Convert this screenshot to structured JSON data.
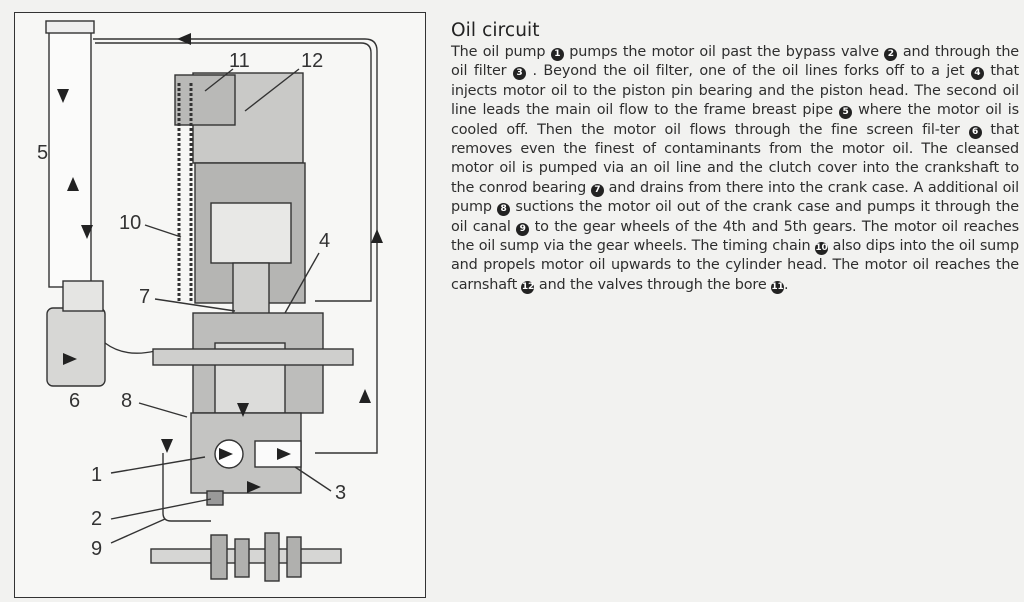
{
  "title": "Oil circuit",
  "segments": [
    {
      "t": "The oil pump "
    },
    {
      "ref": "1"
    },
    {
      "t": " pumps the motor oil past the bypass valve "
    },
    {
      "ref": "2"
    },
    {
      "t": " and through the oil filter "
    },
    {
      "ref": "3"
    },
    {
      "t": " . Beyond the oil filter, one of the oil lines forks off to a jet "
    },
    {
      "ref": "4"
    },
    {
      "t": " that injects motor oil to the piston pin bearing and the piston head. The second oil line leads the main oil flow to the frame breast pipe "
    },
    {
      "ref": "5"
    },
    {
      "t": " where the motor oil is cooled off. Then the motor oil flows through the fine screen fil-ter "
    },
    {
      "ref": "6"
    },
    {
      "t": " that removes even the finest of contaminants from the motor oil. The cleansed motor oil is pumped via an oil line and the clutch cover into the crankshaft to the conrod bearing "
    },
    {
      "ref": "7"
    },
    {
      "t": " and drains from there into the crank case. A additional oil pump "
    },
    {
      "ref": "8"
    },
    {
      "t": " suctions the motor oil out of the crank case and pumps it through the oil canal "
    },
    {
      "ref": "9"
    },
    {
      "t": " to the gear wheels of the 4th and 5th gears. The motor oil reaches the oil sump via the gear wheels. The timing chain "
    },
    {
      "ref": "10"
    },
    {
      "t": " also dips into the oil sump and propels motor oil upwards to the cylinder head. The motor oil reaches the carnshaft "
    },
    {
      "ref": "12"
    },
    {
      "t": " and the valves through the bore "
    },
    {
      "ref": "11"
    },
    {
      "t": "."
    }
  ],
  "diagram": {
    "labels": {
      "l1": "1",
      "l2": "2",
      "l3": "3",
      "l4": "4",
      "l5": "5",
      "l6": "6",
      "l7": "7",
      "l8": "8",
      "l9": "9",
      "l10": "10",
      "l11": "11",
      "l12": "12"
    }
  }
}
